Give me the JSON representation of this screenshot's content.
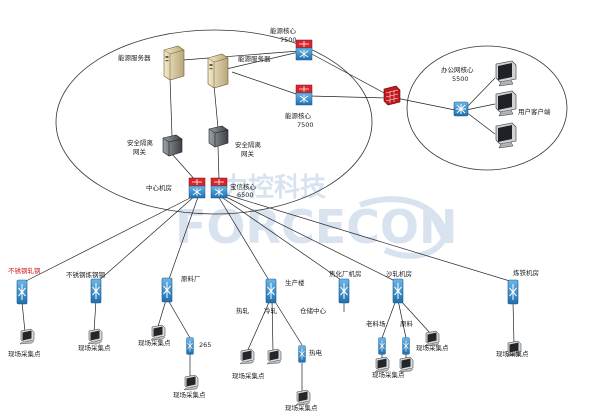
{
  "labels": {
    "energy_core_top": "能源核心",
    "energy_core_top_model": "7500",
    "energy_server_left": "能源服务器",
    "energy_server_right": "能源服务器",
    "energy_core_mid": "能源核心",
    "energy_core_mid_model": "7500",
    "gateway_left": "安全隔离",
    "gateway_left_2": "网关",
    "gateway_right": "安全隔离",
    "gateway_right_2": "网关",
    "center_room": "中心机房",
    "core_switch": "宝信核心",
    "core_switch_model": "6500",
    "office_core": "办公网核心",
    "office_core_model": "5500",
    "user_client": "用户客户端",
    "stainless_red": "不锈钢轧钢",
    "stainless": "不锈钢炼钢钢",
    "raw_material": "原料厂",
    "production": "生产楼",
    "coking": "焦化厂机房",
    "sinter": "沙轧机房",
    "ironmaking": "炼铁机房",
    "hot_rolling": "热轧",
    "cold_rolling": "冷轧",
    "warehouse": "仓储中心",
    "old_material": "老料场",
    "raw_yard": "原料",
    "num_265": "265",
    "thermal_power": "热电",
    "field_point": "现场采集点",
    "watermark_cn": "力控科技",
    "watermark_en": "FORCECON"
  },
  "colors": {
    "switch_blue": "#2f86c7",
    "switch_red": "#d8262c",
    "firewall_red": "#c4181f",
    "watermark": "#b9cde3",
    "line": "#222222"
  }
}
